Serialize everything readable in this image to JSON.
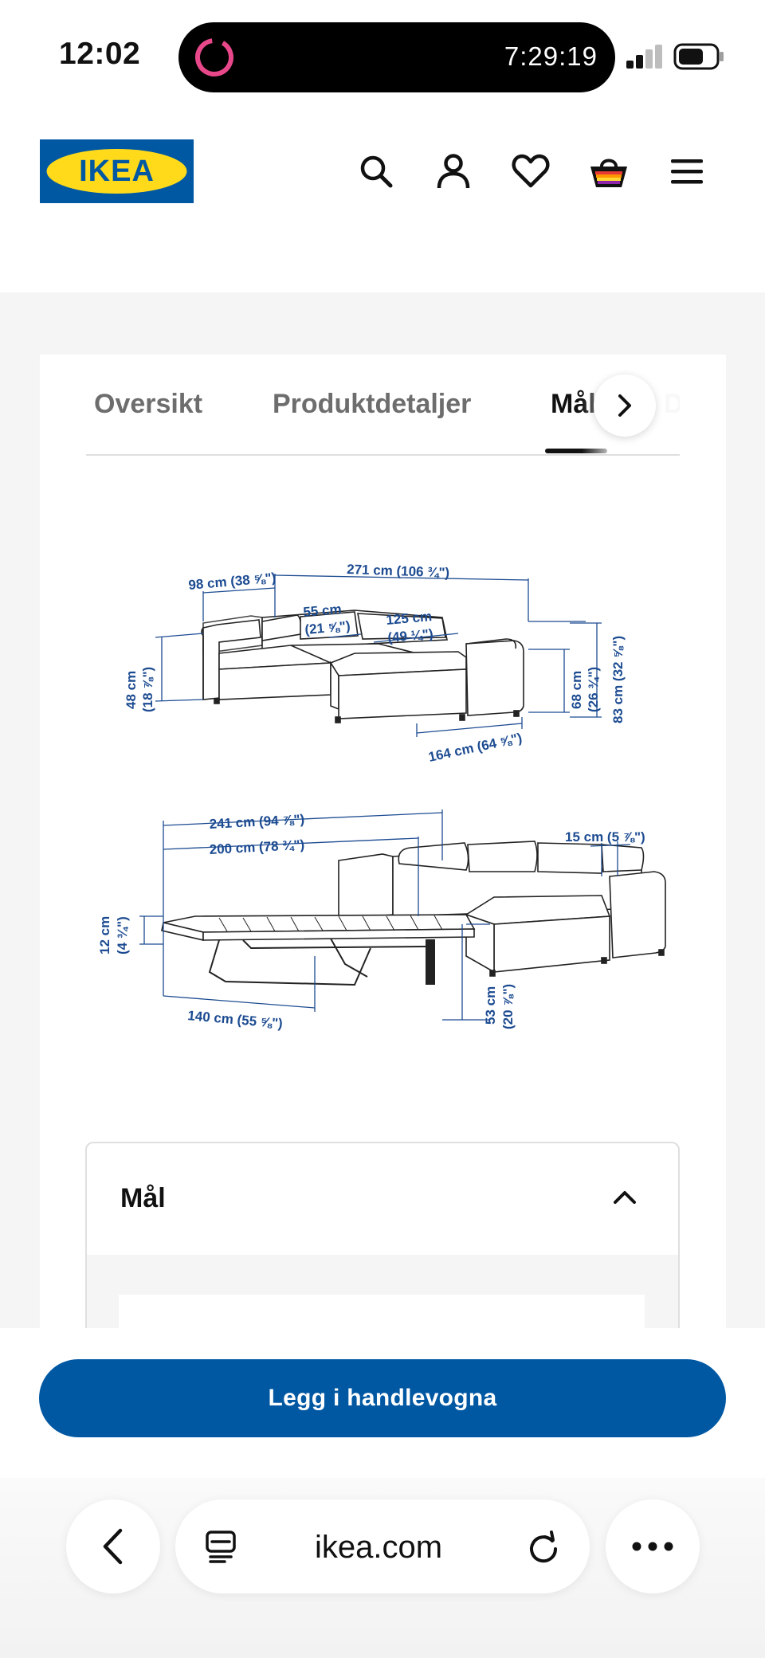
{
  "status_bar": {
    "time": "12:02",
    "timer": "7:29:19",
    "ring_color": "#e8488a"
  },
  "header": {
    "logo_text": "IKEA",
    "icons": [
      "search-icon",
      "account-icon",
      "heart-icon",
      "cart-icon",
      "menu-icon"
    ]
  },
  "tabs": [
    {
      "label": "Oversikt"
    },
    {
      "label": "Produktdetaljer"
    },
    {
      "label": "Mål"
    },
    {
      "label": "D"
    }
  ],
  "dimensions": {
    "sofa_depth": "98 cm (38 ⅝\")",
    "sofa_width": "271 cm (106 ¾\")",
    "seat_depth": "55 cm",
    "seat_depth_in": "(21 ⅝\")",
    "chaise_depth": "125 cm",
    "chaise_depth_in": "(49 ¼\")",
    "seat_height": "48 cm",
    "seat_height_in": "(18 ⅞\")",
    "armrest_height": "68 cm",
    "armrest_height_in": "(26 ¾\")",
    "total_height": "83 cm (32 ⅝\")",
    "chaise_length": "164 cm (64 ⅝\")",
    "bed_total": "241 cm (94 ⅞\")",
    "bed_length": "200 cm (78 ¾\")",
    "arm_width": "15 cm (5 ⅞\")",
    "mattress_height": "12 cm",
    "mattress_height_in": "(4 ¾\")",
    "bed_width": "140 cm (55 ⅝\")",
    "bed_height": "53 cm",
    "bed_height_in": "(20 ⅞\")"
  },
  "accordion": {
    "title": "Mål"
  },
  "cart_button": "Legg i handlevogna",
  "browser": {
    "url": "ikea.com"
  },
  "colors": {
    "ikea_blue": "#0058a3",
    "ikea_yellow": "#ffda1a",
    "dimension_blue": "#1c4b91"
  }
}
